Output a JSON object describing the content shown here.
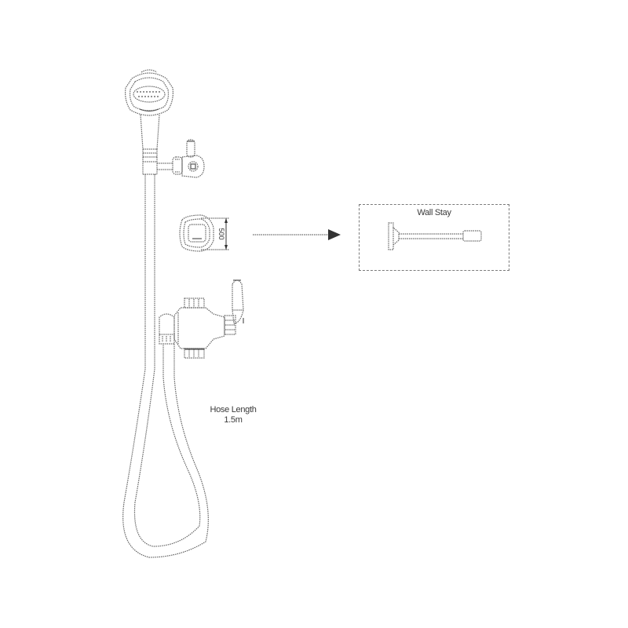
{
  "diagram": {
    "type": "technical line drawing",
    "subject": "thermostatic shower valve kit with riser rail, handset and hose",
    "components": [
      {
        "id": "shower-head",
        "name": "Shower handset head"
      },
      {
        "id": "handset-handle",
        "name": "Handset handle"
      },
      {
        "id": "wall-bracket",
        "name": "Riser wall bracket with knob"
      },
      {
        "id": "wall-plate",
        "name": "Wall plate / escutcheon",
        "dimension": "500"
      },
      {
        "id": "thermostatic-valve",
        "name": "Thermostatic valve with lever handle"
      },
      {
        "id": "hose",
        "name": "Shower hose loop"
      },
      {
        "id": "wall-stay",
        "name": "Wall Stay"
      }
    ],
    "labels": {
      "dimension": "500",
      "hose_length_line1": "Hose Length",
      "hose_length_line2": "1.5m",
      "wall_stay_title": "Wall Stay"
    },
    "colors": {
      "line": "#6b6b6b",
      "background": "#ffffff",
      "text": "#3a3a3a"
    }
  }
}
